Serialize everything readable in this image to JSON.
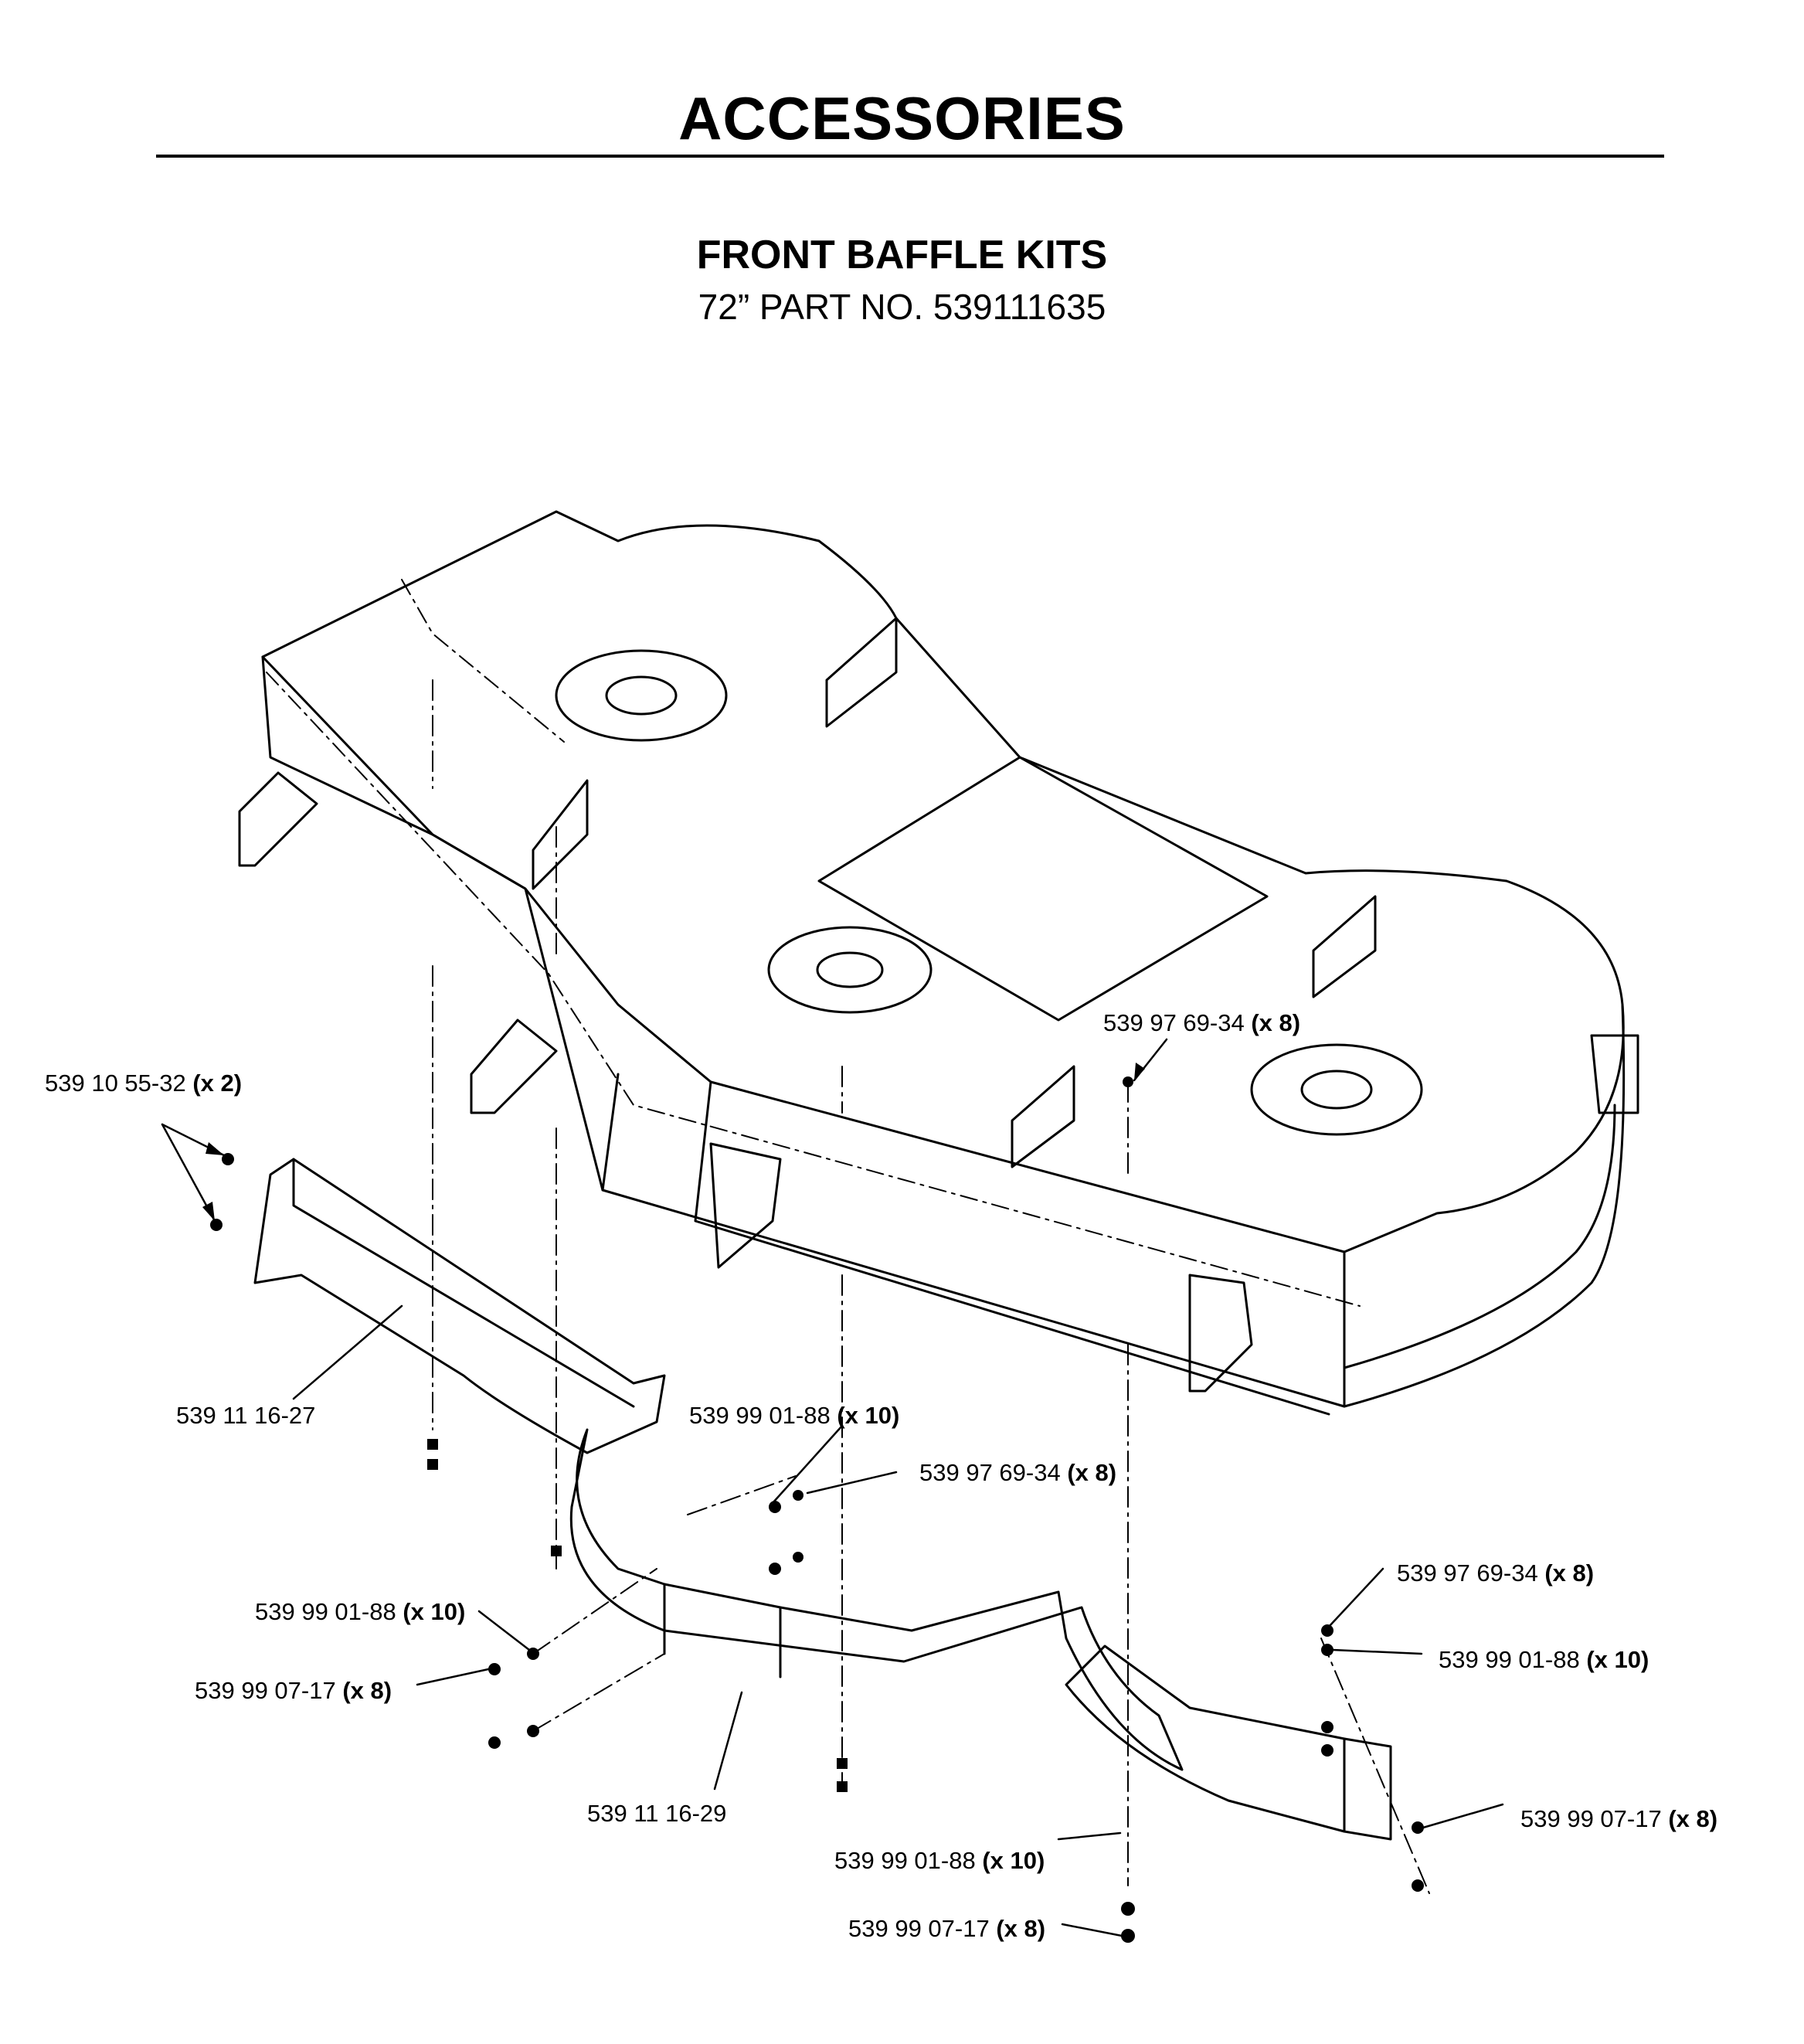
{
  "page_title": "ACCESSORIES",
  "section": {
    "title": "FRONT BAFFLE KITS",
    "part_line": "72” PART NO. 539111635"
  },
  "callouts": [
    {
      "part": "539 10 55-32",
      "qty": "(x 2)"
    },
    {
      "part": "539 11 16-27",
      "qty": ""
    },
    {
      "part": "539 97 69-34",
      "qty": "(x 8)"
    },
    {
      "part": "539 99 01-88",
      "qty": "(x 10)"
    },
    {
      "part": "539 97 69-34",
      "qty": "(x 8)"
    },
    {
      "part": "539 99 01-88",
      "qty": "(x 10)"
    },
    {
      "part": "539 99 07-17",
      "qty": "(x 8)"
    },
    {
      "part": "539 11 16-29",
      "qty": ""
    },
    {
      "part": "539 97 69-34",
      "qty": "(x 8)"
    },
    {
      "part": "539 99 01-88",
      "qty": "(x 10)"
    },
    {
      "part": "539 99 07-17",
      "qty": "(x 8)"
    },
    {
      "part": "539 99 01-88",
      "qty": "(x 10)"
    },
    {
      "part": "539 99 07-17",
      "qty": "(x 8)"
    }
  ]
}
